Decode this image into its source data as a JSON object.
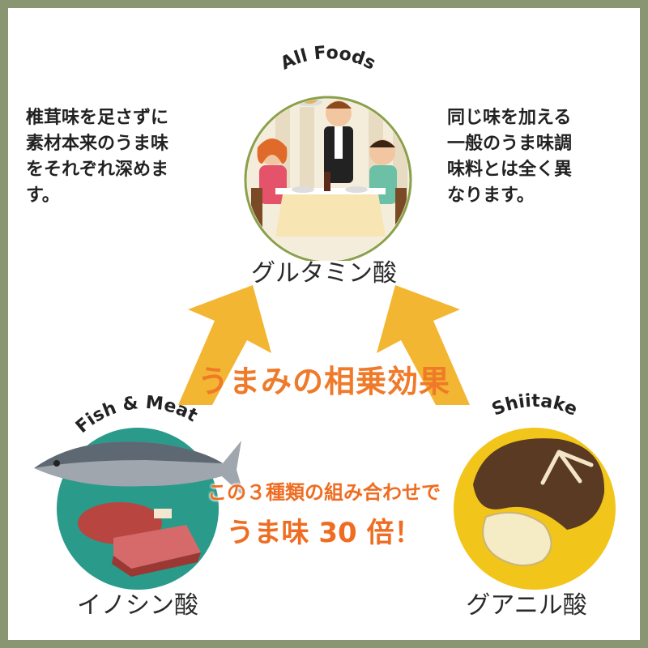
{
  "top": {
    "arc_label": "All Foods",
    "acid_label": "グルタミン酸"
  },
  "left_note": [
    "椎茸味を足さずに",
    "素材本来のうま味",
    "をそれぞれ深めま",
    "す。"
  ],
  "right_note": [
    "同じ味を加える",
    "一般のうま味調",
    "味料とは全く異",
    "なります。"
  ],
  "center": {
    "title": "うまみの相乗効果",
    "combo_line1": "この３種類の組み合わせで",
    "combo_line2": "うま味 30 倍！"
  },
  "bottom_left": {
    "arc_label": "Fish & Meat",
    "acid_label": "イノシン酸"
  },
  "bottom_right": {
    "arc_label": "Shiitake",
    "acid_label": "グアニル酸"
  },
  "colors": {
    "frame": "#8a9671",
    "arrow": "#f3b632",
    "accent_text": "#ef7a2a",
    "top_ring": "#8aa04a",
    "fish_circle": "#2a9a8a",
    "shiitake_circle": "#f2c51a"
  }
}
